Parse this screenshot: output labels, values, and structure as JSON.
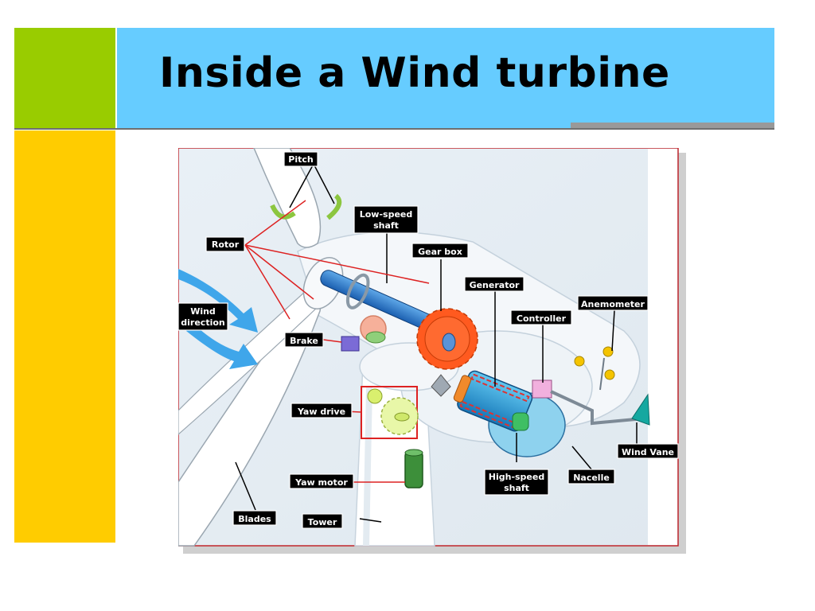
{
  "slide": {
    "title": "Inside a Wind turbine"
  },
  "diagram": {
    "labels": {
      "pitch": "Pitch",
      "low_speed_shaft_line1": "Low-speed",
      "low_speed_shaft_line2": "shaft",
      "gear_box": "Gear box",
      "rotor": "Rotor",
      "generator": "Generator",
      "anemometer": "Anemometer",
      "controller": "Controller",
      "wind_direction_line1": "Wind",
      "wind_direction_line2": "direction",
      "brake": "Brake",
      "yaw_drive": "Yaw drive",
      "wind_vane": "Wind Vane",
      "high_speed_shaft_line1": "High-speed",
      "high_speed_shaft_line2": "shaft",
      "nacelle": "Nacelle",
      "yaw_motor": "Yaw motor",
      "blades": "Blades",
      "tower": "Tower"
    }
  },
  "colors": {
    "accent_green": "#99cc00",
    "accent_yellow": "#ffcc00",
    "header_blue": "#66ccff"
  }
}
